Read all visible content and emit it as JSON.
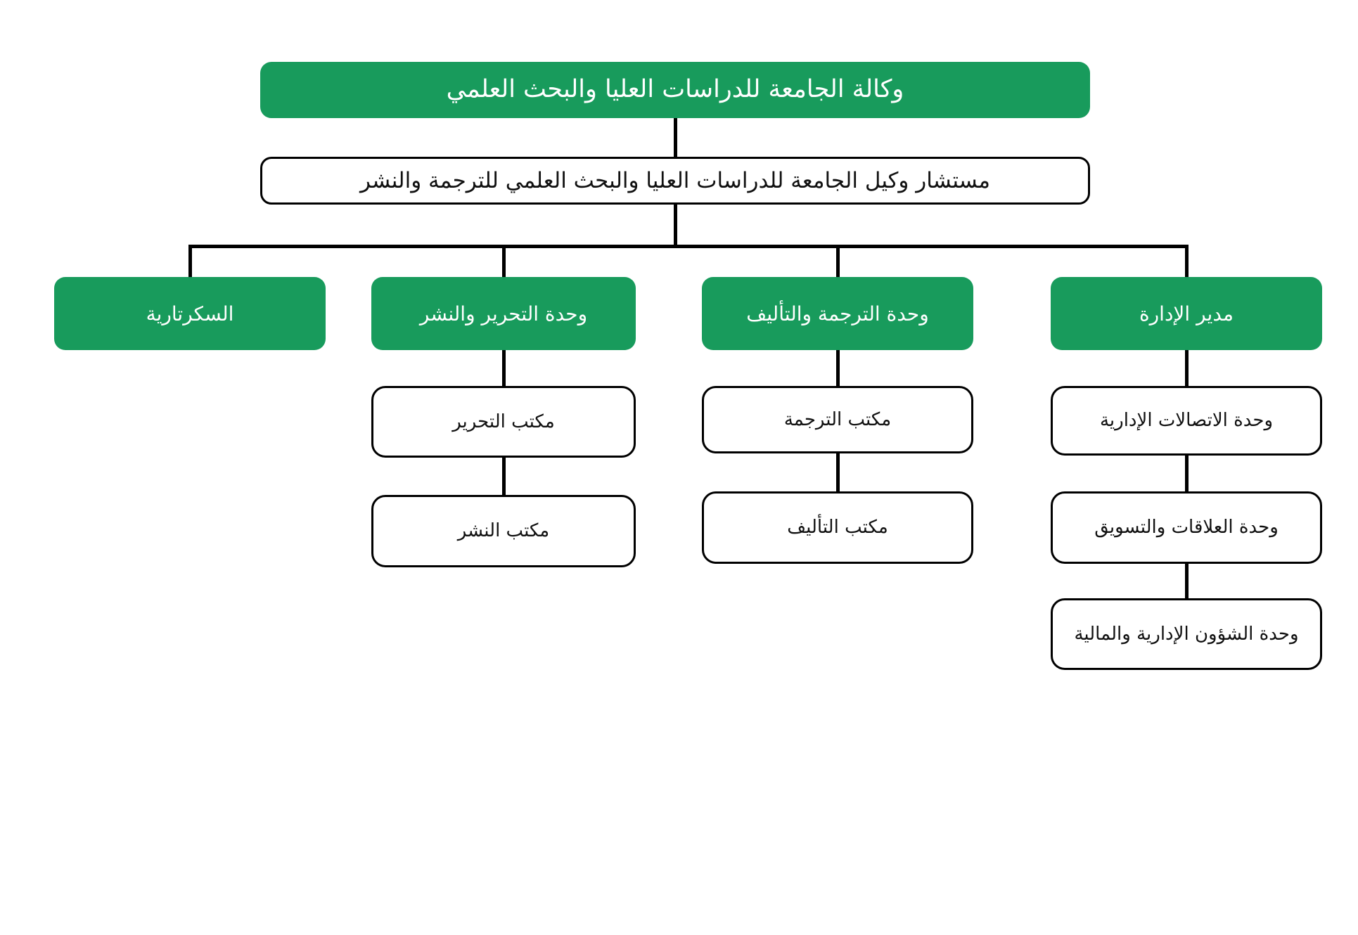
{
  "chart": {
    "type": "org-chart",
    "direction": "rtl",
    "colors": {
      "primary_green": "#189B5C",
      "box_border": "#000000",
      "background": "#ffffff",
      "text_on_green": "#ffffff",
      "text_on_white": "#111111",
      "connector": "#000000"
    },
    "root": {
      "label": "وكالة الجامعة للدراسات العليا والبحث العلمي"
    },
    "advisor": {
      "label": "مستشار وكيل الجامعة للدراسات العليا والبحث العلمي للترجمة والنشر"
    },
    "branches": [
      {
        "id": "secretariat",
        "label": "السكرتارية",
        "children": []
      },
      {
        "id": "editing-publishing-unit",
        "label": "وحدة التحرير والنشر",
        "children": [
          {
            "label": "مكتب التحرير"
          },
          {
            "label": "مكتب النشر"
          }
        ]
      },
      {
        "id": "translation-authoring-unit",
        "label": "وحدة الترجمة والتأليف",
        "children": [
          {
            "label": "مكتب الترجمة"
          },
          {
            "label": "مكتب التأليف"
          }
        ]
      },
      {
        "id": "administration-director",
        "label": "مدير الإدارة",
        "children": [
          {
            "label": "وحدة الاتصالات الإدارية"
          },
          {
            "label": "وحدة العلاقات والتسويق"
          },
          {
            "label": "وحدة الشؤون الإدارية والمالية"
          }
        ]
      }
    ]
  }
}
